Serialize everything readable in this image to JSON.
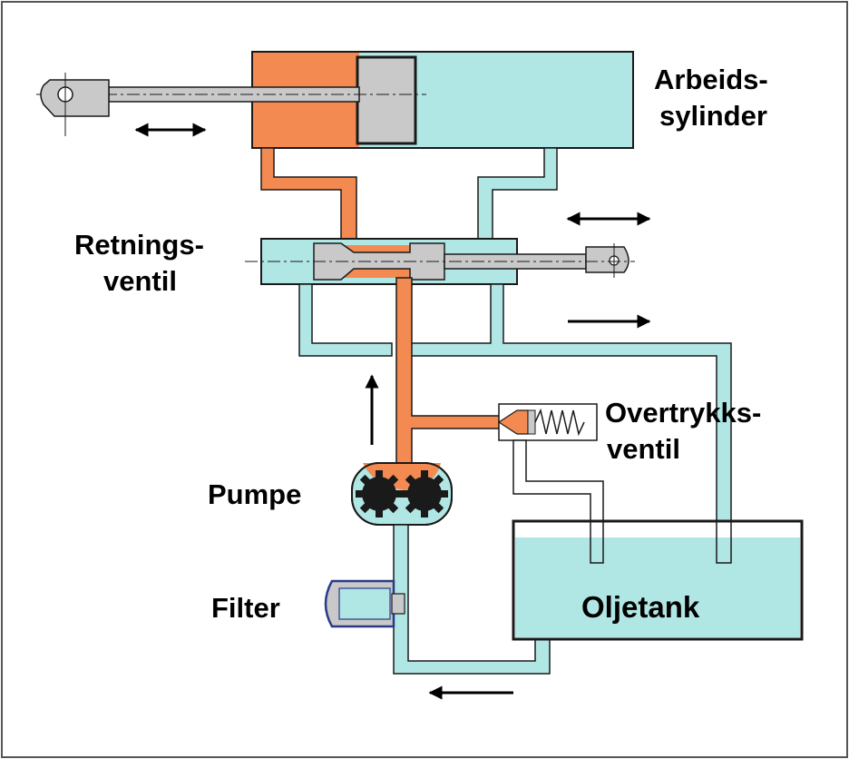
{
  "labels": {
    "arbeidssylinder_line1": "Arbeids-",
    "arbeidssylinder_line2": "sylinder",
    "retningsventil_line1": "Retnings-",
    "retningsventil_line2": "ventil",
    "overtrykksventil_line1": "Overtrykks-",
    "overtrykksventil_line2": "ventil",
    "pumpe": "Pumpe",
    "filter": "Filter",
    "oljetank": "Oljetank"
  },
  "colors": {
    "pressure_oil": "#f28a52",
    "return_oil": "#b0e6e4",
    "component_gray": "#c9c9c9",
    "outline": "#1a1a1a"
  },
  "icons": {
    "gear": "gear-icon",
    "arrow_double": "double-arrow-icon",
    "arrow_right": "arrow-right-icon",
    "arrow_left": "arrow-left-icon",
    "arrow_up": "arrow-up-icon",
    "spring": "spring-icon",
    "filter": "filter-canister-icon"
  }
}
